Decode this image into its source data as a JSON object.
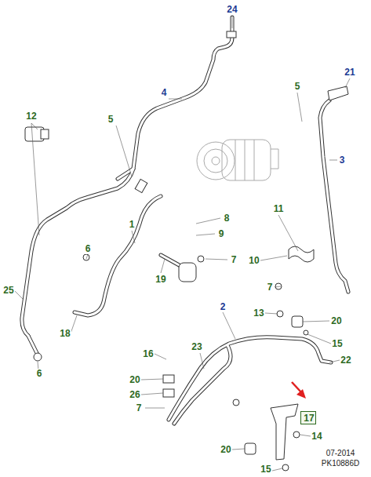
{
  "diagram": {
    "nodes": [
      {
        "text": [
          "17"
        ]
      }
    ],
    "labels": [
      "24",
      "4",
      "5",
      "12",
      "5",
      "21",
      "3",
      "11",
      "8",
      "9",
      "1",
      "6",
      "10",
      "7",
      "7",
      "19",
      "25",
      "18",
      "13",
      "20",
      "2",
      "15",
      "16",
      "23",
      "22",
      "20",
      "26",
      "7",
      "14",
      "20",
      "15",
      "6",
      "07-2014",
      "PK10886D"
    ]
  }
}
